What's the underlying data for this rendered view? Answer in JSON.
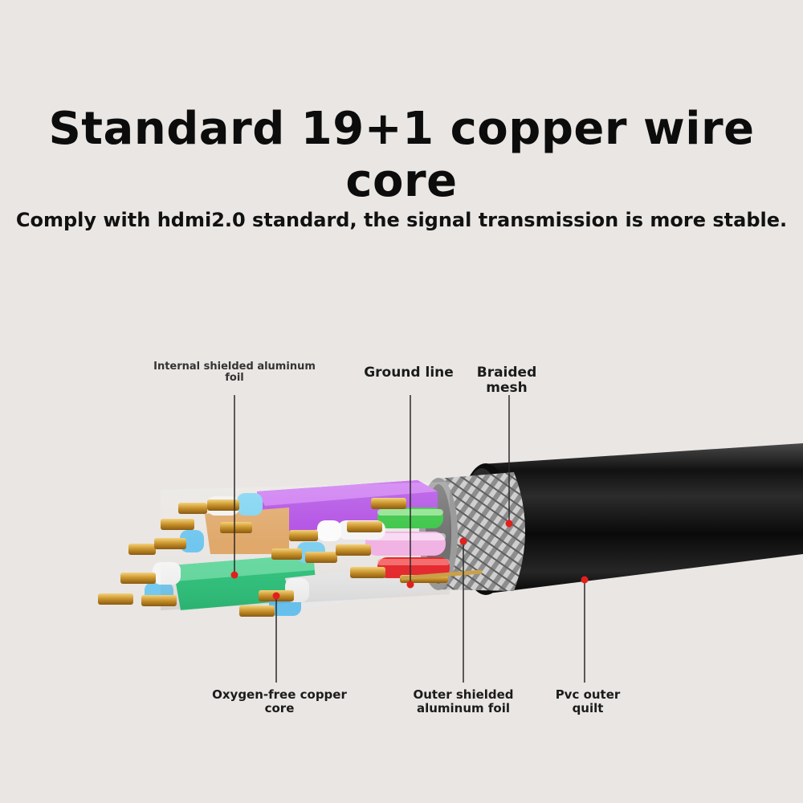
{
  "header": {
    "title": "Standard 19+1 copper wire core",
    "subtitle": "Comply with hdmi2.0 standard, the signal transmission is more stable."
  },
  "labels": {
    "internal_foil_line1": "Internal shielded aluminum",
    "internal_foil_line2": "foil",
    "ground_line": "Ground line",
    "braided_mesh": "Braided mesh",
    "copper_core_line1": "Oxygen-free copper",
    "copper_core_line2": "core",
    "outer_foil_line1": "Outer shielded",
    "outer_foil_line2": "aluminum foil",
    "pvc_line1": "Pvc outer",
    "pvc_line2": "quilt"
  },
  "colors": {
    "background": "#e9e6e3",
    "marker": "#e0201c",
    "jacket": "#1a1a1a",
    "gold": "#d3a33b"
  }
}
